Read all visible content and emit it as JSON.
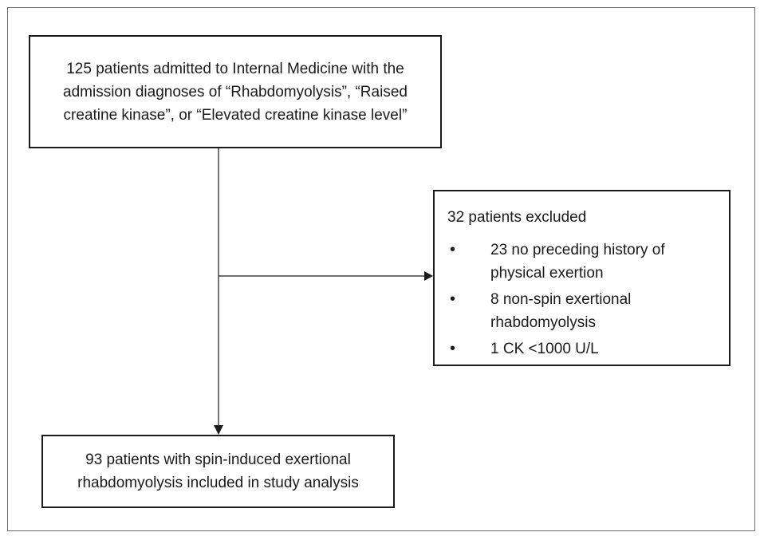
{
  "top_box": {
    "lines": [
      "125 patients admitted to Internal Medicine with the",
      "admission diagnoses of “Rhabdomyolysis”, “Raised",
      "creatine kinase”, or “Elevated creatine kinase level”"
    ]
  },
  "excluded_box": {
    "title": "32 patients excluded",
    "items": [
      {
        "lines": [
          "23 no preceding history of",
          "physical exertion"
        ]
      },
      {
        "lines": [
          "8 non-spin exertional",
          "rhabdomyolysis"
        ]
      },
      {
        "lines": [
          "1 CK <1000 U/L"
        ]
      }
    ],
    "bullet": "•"
  },
  "included_box": {
    "lines": [
      "93 patients with spin-induced exertional",
      "rhabdomyolysis included in study analysis"
    ]
  }
}
